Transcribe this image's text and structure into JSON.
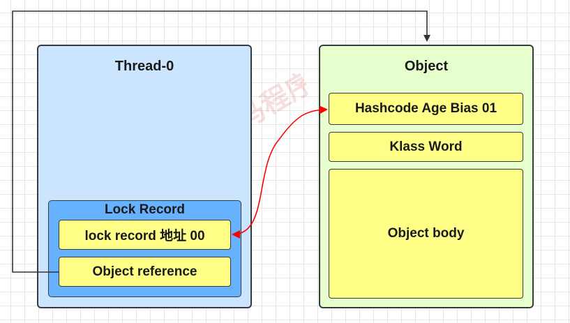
{
  "thread": {
    "title": "Thread-0"
  },
  "lock_record": {
    "title": "Lock Record",
    "entries": [
      "lock  record 地址 00",
      "Object reference"
    ]
  },
  "object": {
    "title": "Object",
    "entries": [
      "Hashcode Age Bias 01",
      "Klass Word",
      "Object body"
    ]
  },
  "colors": {
    "thread_fill": "#cce5ff",
    "object_fill": "#e6ffcc",
    "lock_record_fill": "#66b2ff",
    "cell_fill": "#ffff88",
    "swap_arrow": "#ff0000",
    "reference_arrow": "#333333"
  },
  "watermark": {
    "logo": "heima-logo-icon",
    "text": "黑马程序员"
  }
}
